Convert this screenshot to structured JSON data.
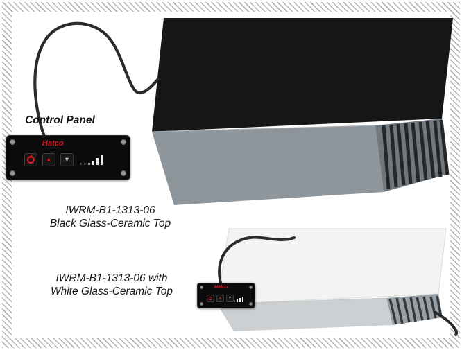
{
  "labels": {
    "control_panel": "Control Panel",
    "black_unit": {
      "line1": "IWRM-B1-1313-06",
      "line2": "Black Glass-Ceramic Top"
    },
    "white_unit": {
      "line1": "IWRM-B1-1313-06 with",
      "line2": "White Glass-Ceramic Top"
    }
  },
  "control_panel": {
    "brand": "Hatco",
    "up_glyph": "▲",
    "down_glyph": "▼"
  },
  "colors": {
    "black_top": "#161616",
    "gray_front": "#8e959b",
    "gray_side": "#70777d",
    "vent_slat": "#24272a",
    "white_top": "#f3f3f1",
    "white_top_edge": "#dddddad",
    "white_front": "#ccd0d3",
    "white_side": "#9aa1a6",
    "white_vent_slat": "#33383c",
    "cable": "#2b2b2b",
    "edge_highlight": "#aab0b5",
    "white_edge_highlight": "#bfc3c6",
    "brand_red": "#e01b22"
  }
}
